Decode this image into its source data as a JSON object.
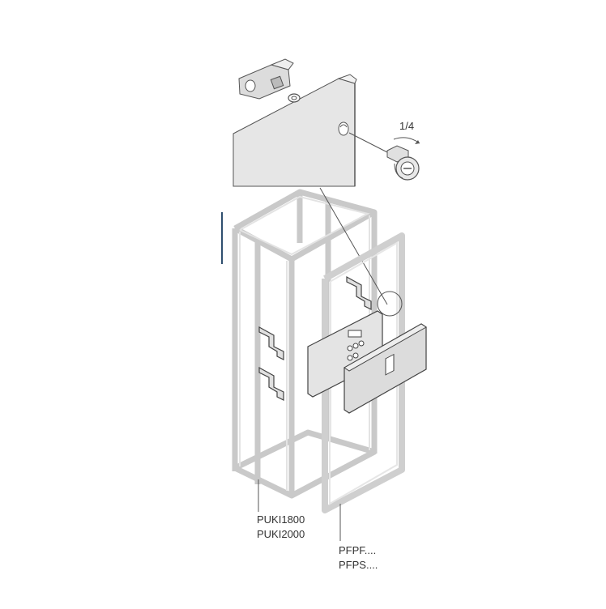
{
  "labels": {
    "rotation": "1/4",
    "frame_code_1": "PUKI1800",
    "frame_code_2": "PUKI2000",
    "panel_code_1": "PFPF....",
    "panel_code_2": "PFPS...."
  },
  "colors": {
    "line": "#555555",
    "frame_edge": "#c9c9c9",
    "door_fill": "#e6e6e6",
    "panel_fill": "#dcdcdc",
    "accent_bar": "#2f4f6f"
  }
}
